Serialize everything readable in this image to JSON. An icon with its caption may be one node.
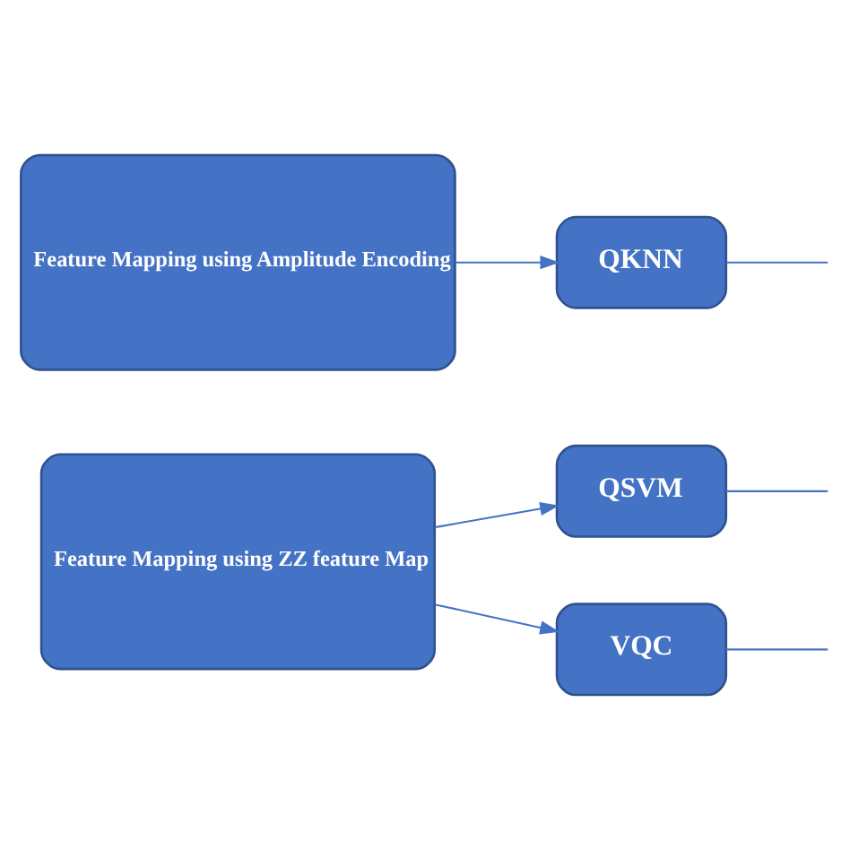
{
  "diagram": {
    "nodes": [
      {
        "text": [
          "Feature Mapping using ZZ feature Map"
        ]
      },
      {
        "text": [
          "Feature Mapping using Amplitude Encoding"
        ]
      },
      {
        "text": [
          "QSVM"
        ]
      },
      {
        "text": [
          "VQC"
        ]
      },
      {
        "text": [
          "QKNN"
        ]
      }
    ],
    "edges": [
      {
        "from": 0,
        "to": 2,
        "arrow": "to"
      },
      {
        "from": 0,
        "to": 3,
        "arrow": "to"
      },
      {
        "from": 1,
        "to": 4,
        "arrow": "to"
      },
      {
        "from": 2,
        "to": null,
        "arrow": "none"
      },
      {
        "from": 3,
        "to": null,
        "arrow": "none"
      },
      {
        "from": 4,
        "to": null,
        "arrow": "none"
      }
    ]
  }
}
